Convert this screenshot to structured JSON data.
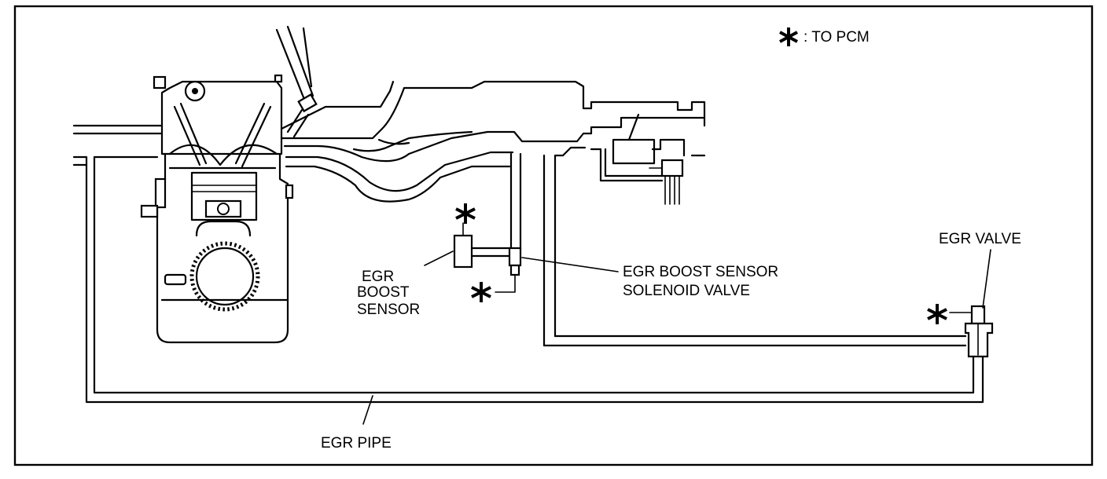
{
  "legend": {
    "text": ": TO PCM",
    "icon": "asterisk-icon"
  },
  "labels": {
    "egr_boost_sensor": [
      "EGR",
      "BOOST",
      "SENSOR"
    ],
    "egr_boost_sensor_solenoid_valve": [
      "EGR BOOST SENSOR",
      "SOLENOID VALVE"
    ],
    "egr_valve": "EGR VALVE",
    "egr_pipe": "EGR PIPE"
  },
  "colors": {
    "ink": "#000000",
    "paper": "#ffffff"
  }
}
